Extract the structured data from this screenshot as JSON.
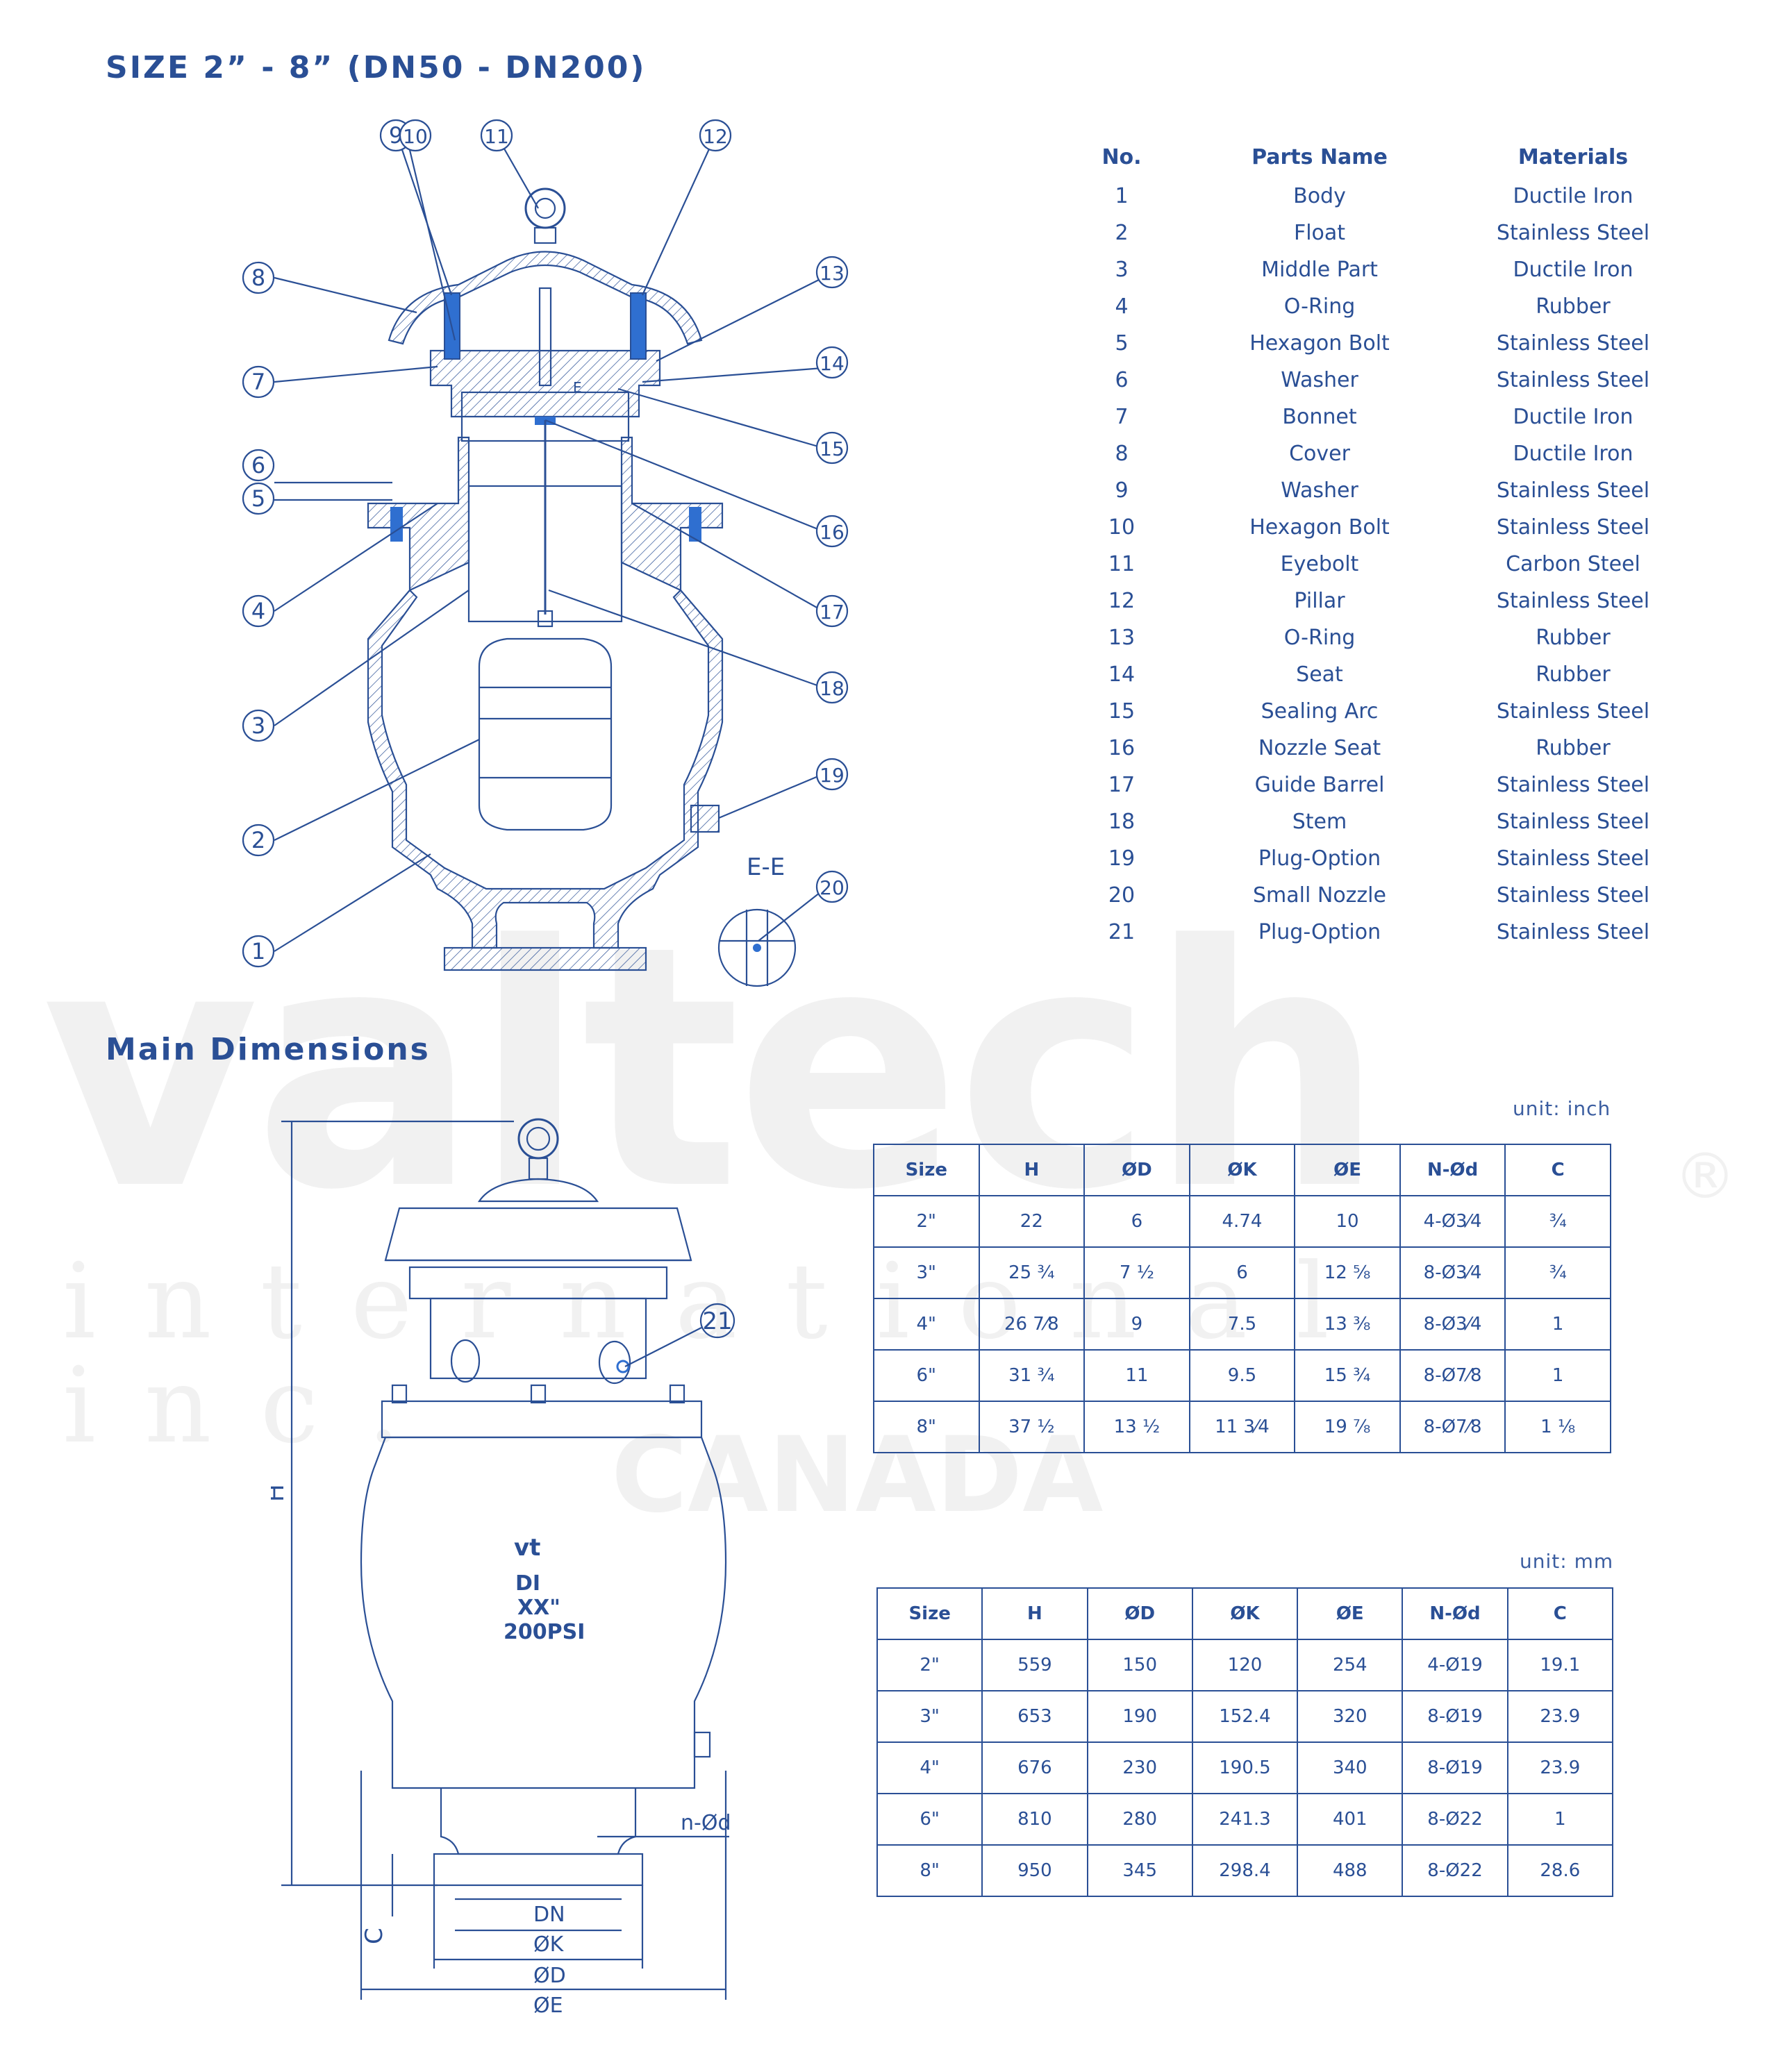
{
  "title_top": "SIZE 2” - 8” (DN50 - DN200)",
  "title_dims": "Main Dimensions",
  "watermark": {
    "brand": "valtech",
    "tagline": "international inc.",
    "country": "CANADA",
    "reg": "®"
  },
  "parts_table": {
    "headers": {
      "no": "No.",
      "name": "Parts Name",
      "material": "Materials"
    },
    "rows": [
      {
        "no": "1",
        "name": "Body",
        "material": "Ductile Iron"
      },
      {
        "no": "2",
        "name": "Float",
        "material": "Stainless Steel"
      },
      {
        "no": "3",
        "name": "Middle Part",
        "material": "Ductile Iron"
      },
      {
        "no": "4",
        "name": "O-Ring",
        "material": "Rubber"
      },
      {
        "no": "5",
        "name": "Hexagon Bolt",
        "material": "Stainless Steel"
      },
      {
        "no": "6",
        "name": "Washer",
        "material": "Stainless Steel"
      },
      {
        "no": "7",
        "name": "Bonnet",
        "material": "Ductile Iron"
      },
      {
        "no": "8",
        "name": "Cover",
        "material": "Ductile Iron"
      },
      {
        "no": "9",
        "name": "Washer",
        "material": "Stainless Steel"
      },
      {
        "no": "10",
        "name": "Hexagon Bolt",
        "material": "Stainless Steel"
      },
      {
        "no": "11",
        "name": "Eyebolt",
        "material": "Carbon Steel"
      },
      {
        "no": "12",
        "name": "Pillar",
        "material": "Stainless Steel"
      },
      {
        "no": "13",
        "name": "O-Ring",
        "material": "Rubber"
      },
      {
        "no": "14",
        "name": "Seat",
        "material": "Rubber"
      },
      {
        "no": "15",
        "name": "Sealing Arc",
        "material": "Stainless Steel"
      },
      {
        "no": "16",
        "name": "Nozzle Seat",
        "material": "Rubber"
      },
      {
        "no": "17",
        "name": "Guide Barrel",
        "material": "Stainless Steel"
      },
      {
        "no": "18",
        "name": "Stem",
        "material": "Stainless Steel"
      },
      {
        "no": "19",
        "name": "Plug-Option",
        "material": "Stainless Steel"
      },
      {
        "no": "20",
        "name": "Small Nozzle",
        "material": "Stainless Steel"
      },
      {
        "no": "21",
        "name": "Plug-Option",
        "material": "Stainless Steel"
      }
    ]
  },
  "section_drawing": {
    "callouts": [
      "9",
      "10",
      "11",
      "12",
      "8",
      "13",
      "7",
      "14",
      "15",
      "6",
      "5",
      "16",
      "4",
      "17",
      "3",
      "18",
      "19",
      "2",
      "1",
      "20"
    ],
    "section_label": "E-E",
    "inner_label": "E"
  },
  "dimension_drawing": {
    "callout": "21",
    "body_marking": [
      "vt",
      "DI",
      "XX\"",
      "200PSI"
    ],
    "labels": {
      "h": "H",
      "c": "C",
      "dn": "DN",
      "k": "ØK",
      "d": "ØD",
      "e": "ØE",
      "nd": "n-Ød"
    }
  },
  "inch_table": {
    "unit": "unit: inch",
    "headers": [
      "Size",
      "H",
      "ØD",
      "ØK",
      "ØE",
      "N-Ød",
      "C"
    ],
    "rows": [
      [
        "2\"",
        "22",
        "6",
        "4.74",
        "10",
        "4-Ø3⁄4",
        "¾"
      ],
      [
        "3\"",
        "25 ¾",
        "7 ½",
        "6",
        "12 ⅝",
        "8-Ø3⁄4",
        "¾"
      ],
      [
        "4\"",
        "26 7⁄8",
        "9",
        "7.5",
        "13 ⅜",
        "8-Ø3⁄4",
        "1"
      ],
      [
        "6\"",
        "31 ¾",
        "11",
        "9.5",
        "15 ¾",
        "8-Ø7⁄8",
        "1"
      ],
      [
        "8\"",
        "37 ½",
        "13 ½",
        "11 3⁄4",
        "19 ⅞",
        "8-Ø7⁄8",
        "1 ⅛"
      ]
    ]
  },
  "mm_table": {
    "unit": "unit: mm",
    "headers": [
      "Size",
      "H",
      "ØD",
      "ØK",
      "ØE",
      "N-Ød",
      "C"
    ],
    "rows": [
      [
        "2\"",
        "559",
        "150",
        "120",
        "254",
        "4-Ø19",
        "19.1"
      ],
      [
        "3\"",
        "653",
        "190",
        "152.4",
        "320",
        "8-Ø19",
        "23.9"
      ],
      [
        "4\"",
        "676",
        "230",
        "190.5",
        "340",
        "8-Ø19",
        "23.9"
      ],
      [
        "6\"",
        "810",
        "280",
        "241.3",
        "401",
        "8-Ø22",
        "1"
      ],
      [
        "8\"",
        "950",
        "345",
        "298.4",
        "488",
        "8-Ø22",
        "28.6"
      ]
    ]
  },
  "colors": {
    "primary": "#2a4f95",
    "accent": "#2f7fd6",
    "watermark": "#f1f1f1"
  }
}
